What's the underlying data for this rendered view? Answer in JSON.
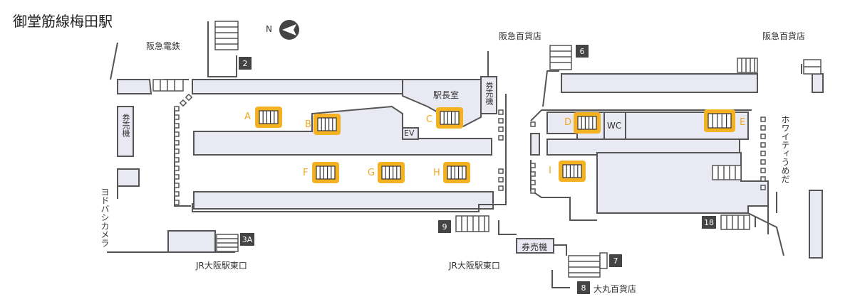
{
  "title": "御堂筋線梅田駅",
  "compass": {
    "label": "N",
    "icon": "north-arrow-icon"
  },
  "labels": {
    "hankyu_densha": "阪急電鉄",
    "hankyu_dept_1": "阪急百貨店",
    "hankyu_dept_2": "阪急百貨店",
    "jr_east_1": "JR大阪駅東口",
    "jr_east_2": "JR大阪駅東口",
    "daimaru": "大丸百貨店",
    "yodobashi": "ヨドバシカメラ",
    "whity": "ホワイティうめだ"
  },
  "rooms": {
    "stationmaster": "駅長室",
    "ticket_left": "券売機",
    "ticket_top": "券売機",
    "ticket_bottom": "券売機",
    "ev": "EV",
    "wc": "WC"
  },
  "exits": [
    "2",
    "6",
    "3A",
    "9",
    "7",
    "8",
    "18"
  ],
  "escalators": [
    "A",
    "B",
    "C",
    "D",
    "E",
    "F",
    "G",
    "H",
    "I"
  ],
  "colors": {
    "platform": "#e8e9f2",
    "wall": "#555555",
    "escalator": "#f4b223",
    "exit_box": "#444444"
  }
}
